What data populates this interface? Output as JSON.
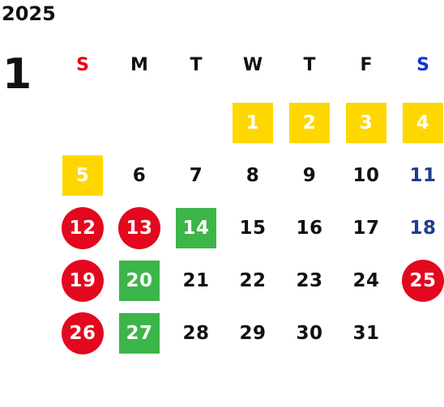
{
  "calendar": {
    "year": "2025",
    "month": "1",
    "weekdays": [
      {
        "label": "S",
        "color": "#E60012"
      },
      {
        "label": "M",
        "color": "#111111"
      },
      {
        "label": "T",
        "color": "#111111"
      },
      {
        "label": "W",
        "color": "#111111"
      },
      {
        "label": "T",
        "color": "#111111"
      },
      {
        "label": "F",
        "color": "#111111"
      },
      {
        "label": "S",
        "color": "#1A2FD1"
      }
    ],
    "leading_blanks": 3,
    "days": [
      {
        "d": "1",
        "style": "yellow"
      },
      {
        "d": "2",
        "style": "yellow"
      },
      {
        "d": "3",
        "style": "yellow"
      },
      {
        "d": "4",
        "style": "yellow"
      },
      {
        "d": "5",
        "style": "yellow"
      },
      {
        "d": "6",
        "style": "plain"
      },
      {
        "d": "7",
        "style": "plain"
      },
      {
        "d": "8",
        "style": "plain"
      },
      {
        "d": "9",
        "style": "plain"
      },
      {
        "d": "10",
        "style": "plain"
      },
      {
        "d": "11",
        "style": "navy"
      },
      {
        "d": "12",
        "style": "red"
      },
      {
        "d": "13",
        "style": "red"
      },
      {
        "d": "14",
        "style": "green"
      },
      {
        "d": "15",
        "style": "plain"
      },
      {
        "d": "16",
        "style": "plain"
      },
      {
        "d": "17",
        "style": "plain"
      },
      {
        "d": "18",
        "style": "navy"
      },
      {
        "d": "19",
        "style": "red"
      },
      {
        "d": "20",
        "style": "green"
      },
      {
        "d": "21",
        "style": "plain"
      },
      {
        "d": "22",
        "style": "plain"
      },
      {
        "d": "23",
        "style": "plain"
      },
      {
        "d": "24",
        "style": "plain"
      },
      {
        "d": "25",
        "style": "red"
      },
      {
        "d": "26",
        "style": "red"
      },
      {
        "d": "27",
        "style": "green"
      },
      {
        "d": "28",
        "style": "plain"
      },
      {
        "d": "29",
        "style": "plain"
      },
      {
        "d": "30",
        "style": "plain"
      },
      {
        "d": "31",
        "style": "plain"
      }
    ]
  },
  "colors": {
    "yellow": "#FFD700",
    "red": "#E3081E",
    "green": "#3CB54A",
    "navy": "#1F3D8C"
  }
}
